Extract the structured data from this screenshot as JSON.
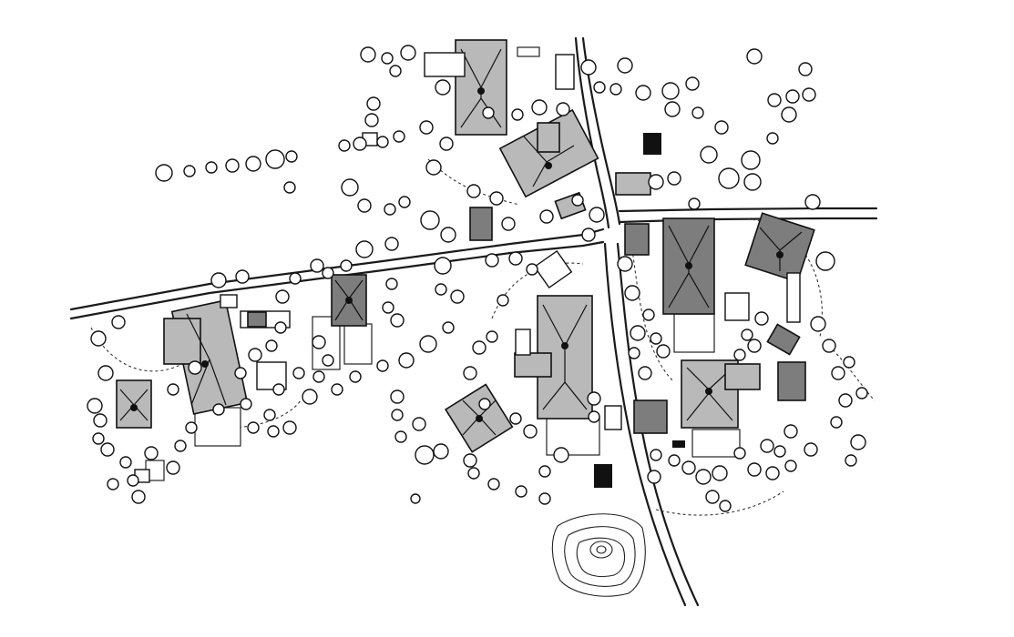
{
  "map": {
    "kind": "village site plan (black-and-white drawing)",
    "colors": {
      "ink": "#111111",
      "roof_light": "#b9b9b9",
      "roof_dark": "#7d7d7d",
      "background": "#ffffff"
    },
    "features": {
      "roads": [
        "main-road-west",
        "road-north",
        "road-south",
        "road-east"
      ],
      "mound": "contoured-mound",
      "tree_symbols": "circle-tree-icon"
    }
  }
}
